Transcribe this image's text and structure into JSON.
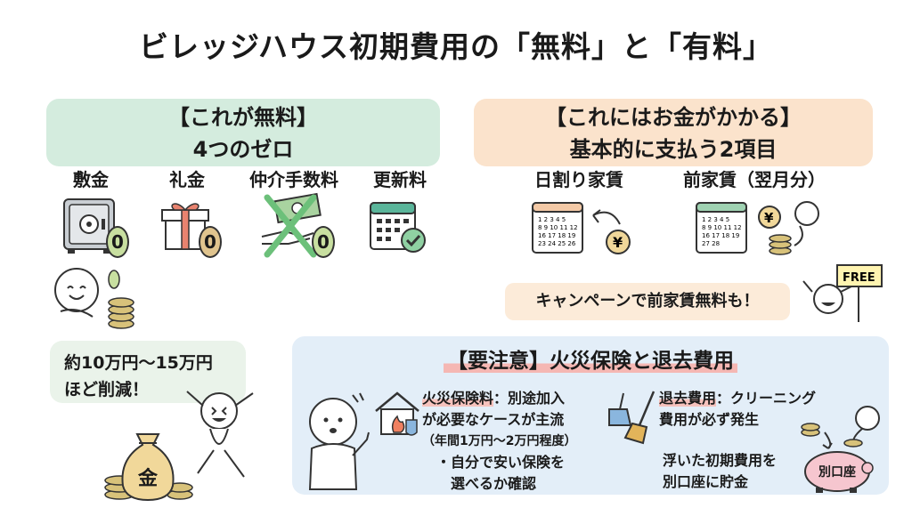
{
  "title": "ビレッジハウス初期費用の「無料」と「有料」",
  "free": {
    "heading": "【これが無料】",
    "subheading": "4つのゼロ",
    "items": [
      {
        "label": "敷金",
        "icon": "safe-icon"
      },
      {
        "label": "礼金",
        "icon": "gift-icon"
      },
      {
        "label": "仲介手数料",
        "icon": "crossed-money-icon"
      },
      {
        "label": "更新料",
        "icon": "calendar-check-icon"
      }
    ],
    "zero": "0",
    "savings_line1": "約10万円〜15万円",
    "savings_line2": "ほど削減！",
    "money_bag_label": "金"
  },
  "paid": {
    "heading": "【これにはお金がかかる】",
    "subheading": "基本的に支払う2項目",
    "items": [
      {
        "label": "日割り家賃",
        "icon": "calendar-yen-icon"
      },
      {
        "label": "前家賃（翌月分）",
        "icon": "calendar-coins-icon"
      }
    ],
    "yen": "¥",
    "calendar_rows": [
      "1 2 3 4 5",
      "8 9 10 11 12",
      "16 17 18 19",
      "23 24 25 26",
      "27 28"
    ],
    "campaign": "キャンペーンで前家賃無料も！",
    "sign": "FREE"
  },
  "caution": {
    "title": "【要注意】火災保険と退去費用",
    "insurance_term": "火災保険料",
    "insurance_rest": "：別途加入",
    "insurance_line2": "が必要なケースが主流",
    "insurance_line3": "（年間1万円〜2万円程度）",
    "insurance_line4": "・自分で安い保険を",
    "insurance_line5": "選べるか確認",
    "moveout_term": "退去費用",
    "moveout_rest": "：クリーニング",
    "moveout_line2": "費用が必ず発生",
    "tip_line1": "浮いた初期費用を",
    "tip_line2": "別口座に貯金",
    "piggy_label": "別口座"
  },
  "colors": {
    "free_banner": "#d4ecde",
    "paid_banner": "#fbe3cc",
    "caution_panel": "#e3eef8",
    "zero_coin": "#c8dfa0",
    "cross": "#6cc07a"
  }
}
